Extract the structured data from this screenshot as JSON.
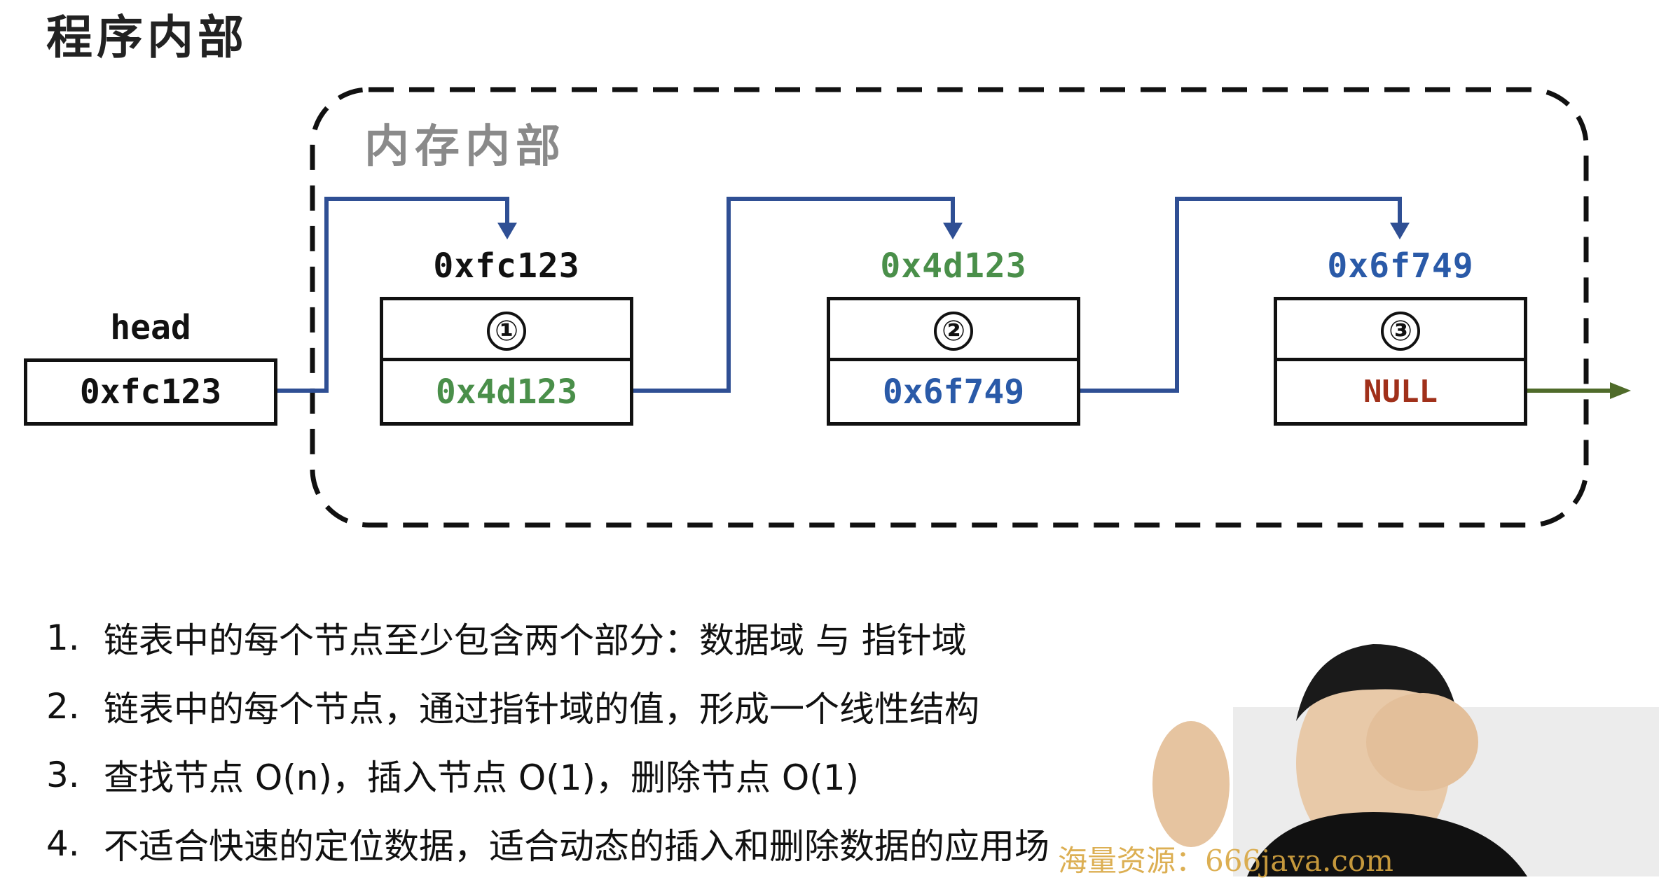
{
  "title": "程序内部",
  "region_label": "内存内部",
  "head": {
    "label": "head",
    "value": "0xfc123"
  },
  "nodes": [
    {
      "address": "0xfc123",
      "index": "①",
      "next": "0x4d123"
    },
    {
      "address": "0x4d123",
      "index": "②",
      "next": "0x6f749"
    },
    {
      "address": "0x6f749",
      "index": "③",
      "next": "NULL"
    }
  ],
  "colors": {
    "arrow": "#2f4f94",
    "green": "#4a8f4a",
    "blue": "#2a5aa8",
    "null_red": "#a0301a",
    "black": "#111111",
    "tail_arrow": "#4f6b2a"
  },
  "notes": [
    {
      "num": "1.",
      "text": "链表中的每个节点至少包含两个部分：数据域 与 指针域"
    },
    {
      "num": "2.",
      "text": "链表中的每个节点，通过指针域的值，形成一个线性结构"
    },
    {
      "num": "3.",
      "text": "查找节点 O(n)，插入节点 O(1)，删除节点 O(1)"
    },
    {
      "num": "4.",
      "text": "不适合快速的定位数据，适合动态的插入和删除数据的应用场"
    }
  ],
  "watermark": "海量资源：666java.com"
}
